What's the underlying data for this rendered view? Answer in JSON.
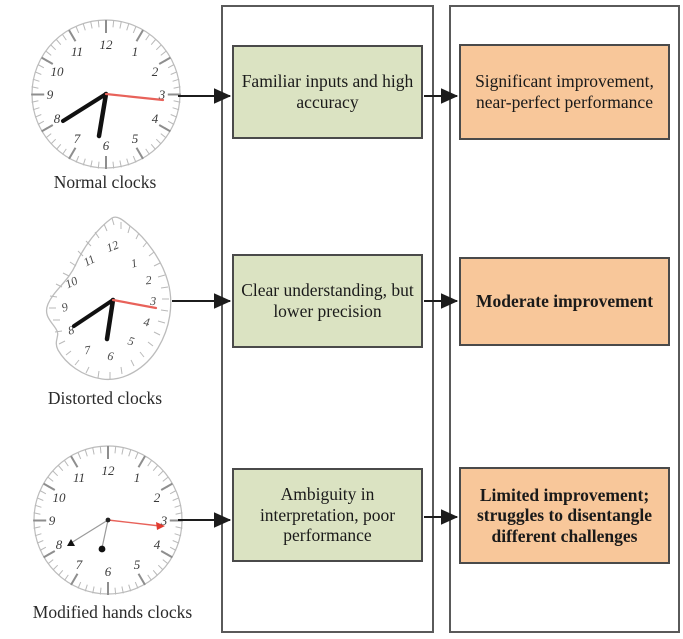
{
  "diagram": {
    "title_present": false,
    "colors": {
      "green_fill": "#dbe3c2",
      "orange_fill": "#f8c79a",
      "box_border": "#4a4a4a",
      "container_border": "#5a5a5a",
      "second_hand": "#e8625a",
      "clock_outline": "#b5b5b5",
      "background": "#ffffff"
    },
    "columns": [
      {
        "name": "inputs-column",
        "kind": "clock-images"
      },
      {
        "name": "observation-column",
        "kind": "container"
      },
      {
        "name": "outcome-column",
        "kind": "container"
      }
    ],
    "rows": [
      {
        "clock": {
          "label": "Normal clocks",
          "type": "normal",
          "numerals": [
            "12",
            "1",
            "2",
            "3",
            "4",
            "5",
            "6",
            "7",
            "8",
            "9",
            "10",
            "11"
          ],
          "hour_hand_points_to": "8",
          "minute_hand_points_to": "6",
          "second_hand_points_to": "3"
        },
        "observation": "Familiar inputs and high accuracy",
        "outcome": "Significant improvement, near-perfect performance",
        "outcome_bold": false
      },
      {
        "clock": {
          "label": "Distorted clocks",
          "type": "distorted",
          "numerals": [
            "12",
            "1",
            "2",
            "3",
            "4",
            "5",
            "6",
            "7",
            "8",
            "9",
            "10",
            "11"
          ],
          "hour_hand_points_to": "8",
          "minute_hand_points_to": "6",
          "second_hand_points_to": "3"
        },
        "observation": "Clear understanding, but lower precision",
        "outcome": "Moderate improvement",
        "outcome_bold": true
      },
      {
        "clock": {
          "label": "Modified hands clocks",
          "type": "modified-hands",
          "numerals": [
            "12",
            "1",
            "2",
            "3",
            "4",
            "5",
            "6",
            "7",
            "8",
            "9",
            "10",
            "11"
          ],
          "hour_hand_points_to": "8",
          "minute_hand_points_to": "6",
          "second_hand_points_to": "3",
          "hand_markers": [
            "triangle",
            "dot",
            "arrow"
          ]
        },
        "observation": "Ambiguity in interpretation, poor performance",
        "outcome": "Limited improvement; struggles to disentangle different challenges",
        "outcome_bold": true
      }
    ]
  }
}
